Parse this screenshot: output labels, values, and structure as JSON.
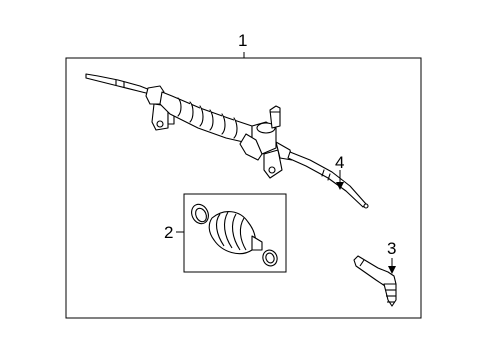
{
  "diagram": {
    "callouts": {
      "rack_assembly": "1",
      "boot_kit": "2",
      "outer_tie_rod": "3",
      "inner_tie_rod": "4"
    },
    "colors": {
      "line": "#000000",
      "background": "#ffffff"
    }
  }
}
